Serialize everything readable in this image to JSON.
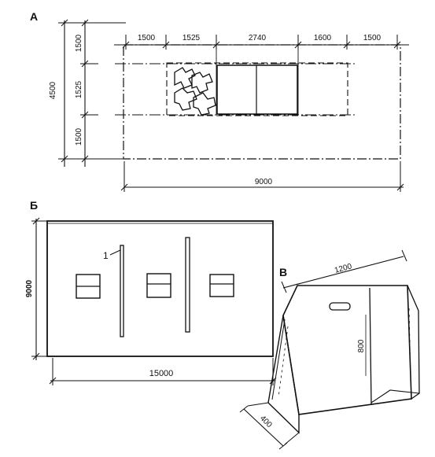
{
  "section_labels": {
    "a": "А",
    "b": "Б",
    "v": "В"
  },
  "plan_a": {
    "top_dims": [
      "1500",
      "1525",
      "2740",
      "1600",
      "1500"
    ],
    "left_dims": [
      "1500",
      "1525",
      "1500"
    ],
    "overall_height": "4500",
    "overall_width": "9000"
  },
  "plan_b": {
    "callout": "1",
    "height": "9000",
    "width": "15000"
  },
  "stand_v": {
    "top_width": "1200",
    "height": "800",
    "depth": "400"
  }
}
